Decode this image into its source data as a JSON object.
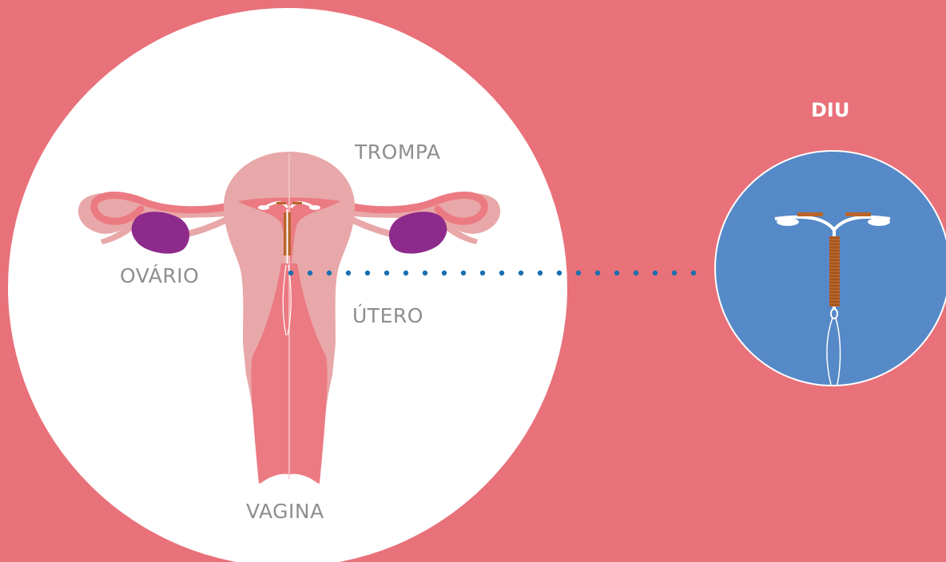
{
  "colors": {
    "background": "#e8717a",
    "uterus_light": "#e8a7a8",
    "uterus_mid": "#ec7a82",
    "ovary": "#8e2a8c",
    "iud_circle": "#5689c8",
    "dotted_line": "#1a6faf",
    "label_text": "#8e8e8e",
    "iud_copper": "#b9652a"
  },
  "labels": {
    "trompa": "TROMPA",
    "ovario": "OVÁRIO",
    "utero": "ÚTERO",
    "vagina": "VAGINA",
    "diu": "DIU"
  }
}
